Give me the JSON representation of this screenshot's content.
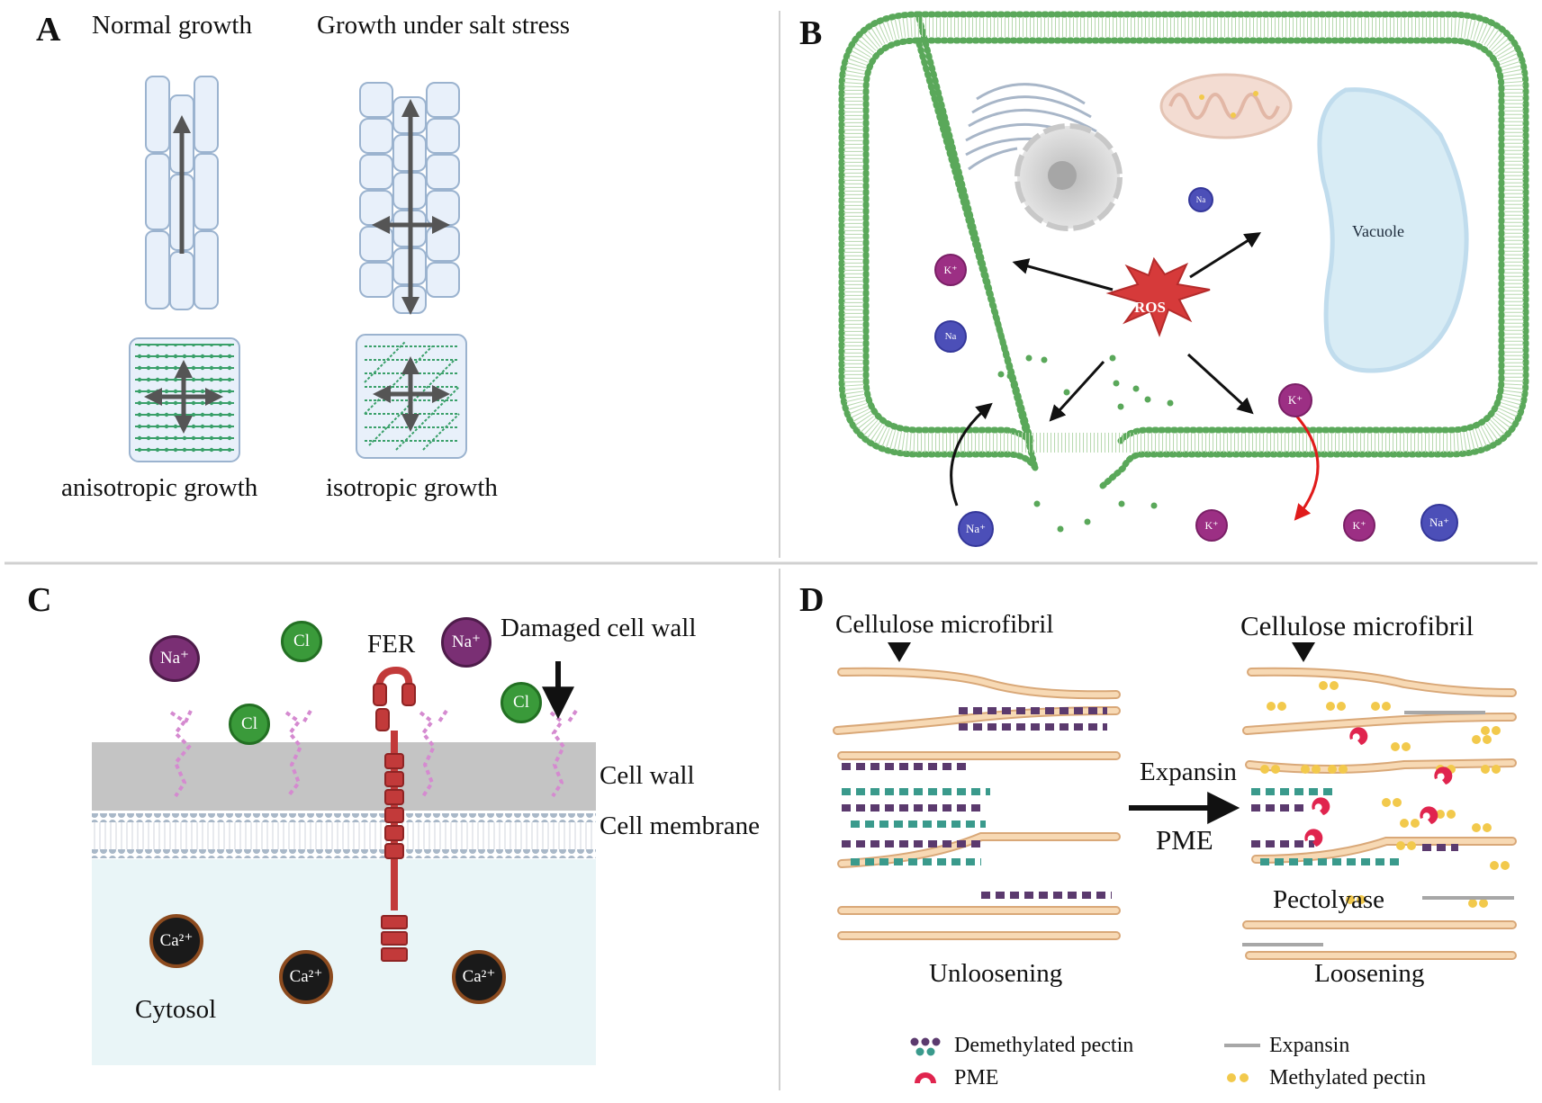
{
  "panels": {
    "a": {
      "letter": "A",
      "normal_title": "Normal growth",
      "salt_title": "Growth under salt stress",
      "anisotropic_label": "anisotropic growth",
      "isotropic_label": "isotropic growth"
    },
    "b": {
      "letter": "B",
      "ros_label": "ROS",
      "vacuole_label": "Vacuole",
      "ion_k": "K⁺",
      "ion_na": "Na",
      "ion_na_plus": "Na⁺"
    },
    "c": {
      "letter": "C",
      "fer_label": "FER",
      "damaged_wall_label": "Damaged cell wall",
      "cell_wall_label": "Cell wall",
      "cell_membrane_label": "Cell membrane",
      "cytosol_label": "Cytosol",
      "ion_na": "Na⁺",
      "ion_cl": "Cl",
      "ion_ca": "Ca²⁺"
    },
    "d": {
      "letter": "D",
      "microfibril_label_left": "Cellulose microfibril",
      "microfibril_label_right": "Cellulose microfibril",
      "expansin_label": "Expansin",
      "pme_label": "PME",
      "pectolyase_label": "Pectolyase",
      "unloosening_label": "Unloosening",
      "loosening_label": "Loosening"
    }
  },
  "legend": {
    "demethylated_pectin": "Demethylated pectin",
    "pme": "PME",
    "expansin": "Expansin",
    "methylated_pectin": "Methylated pectin"
  },
  "colors": {
    "cell_fill": "#e8f0fa",
    "cell_stroke": "#9bb3cf",
    "arrow_gray": "#595959",
    "microfibril_green": "#3aa06a",
    "membrane_green": "#7cb56a",
    "ros_red": "#d63a3a",
    "k_ion": "#9c2f84",
    "na_ion": "#4c4fb8",
    "cl_ion": "#3a9a3a",
    "fer_red": "#c23a3a",
    "wall_gray": "#c4c4c4",
    "cytosol": "#e9f5f7",
    "pectin_purple": "#5b3a6e",
    "pectin_teal": "#3a9a8c",
    "pectin_yellow": "#f2c94c",
    "pme_red": "#e0244e",
    "fibril_tan": "#f7d9b4"
  }
}
